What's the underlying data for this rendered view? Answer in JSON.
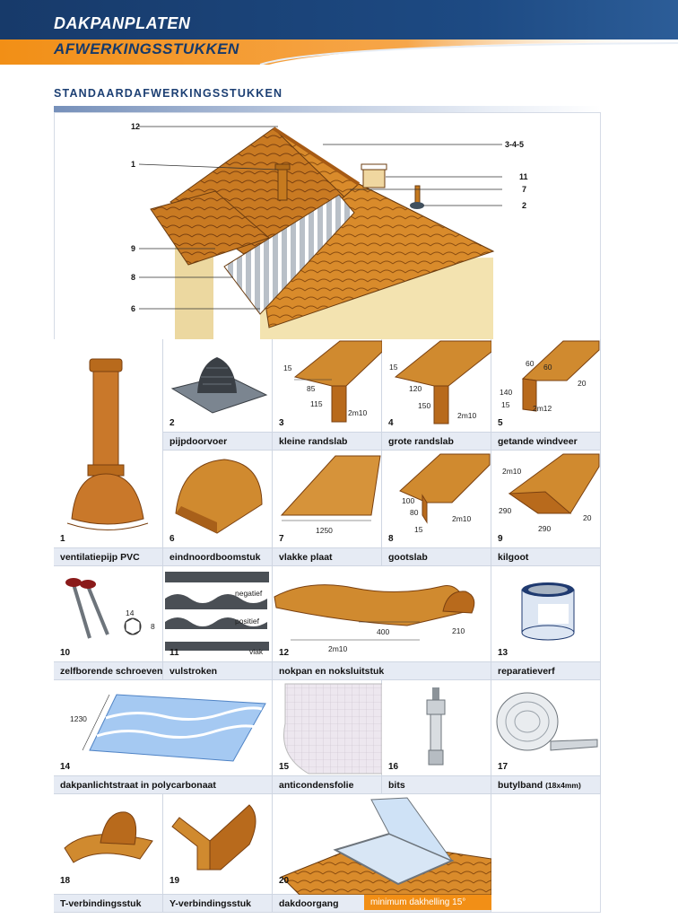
{
  "header": {
    "title": "DAKPANPLATEN",
    "subtitle": "AFWERKINGSSTUKKEN",
    "colors": {
      "blue": "#173a6a",
      "orange": "#f28f16"
    }
  },
  "section_title": "STANDAARDAFWERKINGSSTUKKEN",
  "hero_callouts": [
    "12",
    "1",
    "9",
    "8",
    "6",
    "3-4-5",
    "11",
    "7",
    "2"
  ],
  "items": {
    "1": {
      "num": "1",
      "name": "ventilatiepijp PVC"
    },
    "2": {
      "num": "2",
      "name": "pijpdoorvoer"
    },
    "3": {
      "num": "3",
      "name": "kleine randslab",
      "dims": [
        "15",
        "85",
        "115",
        "2m10"
      ]
    },
    "4": {
      "num": "4",
      "name": "grote randslab",
      "dims": [
        "15",
        "120",
        "150",
        "2m10"
      ]
    },
    "5": {
      "num": "5",
      "name": "getande windveer",
      "dims": [
        "60",
        "60",
        "20",
        "140",
        "15",
        "2m12"
      ]
    },
    "6": {
      "num": "6",
      "name": "eindnoordboomstuk"
    },
    "7": {
      "num": "7",
      "name": "vlakke plaat",
      "dims": [
        "1250"
      ]
    },
    "8": {
      "num": "8",
      "name": "gootslab",
      "dims": [
        "100",
        "80",
        "15",
        "2m10"
      ]
    },
    "9": {
      "num": "9",
      "name": "kilgoot",
      "dims": [
        "2m10",
        "290",
        "290",
        "20"
      ]
    },
    "10": {
      "num": "10",
      "name": "zelfborende schroeven",
      "dims": [
        "14",
        "8"
      ]
    },
    "11": {
      "num": "11",
      "name": "vulstroken",
      "labels": [
        "negatief",
        "positief",
        "vlak"
      ]
    },
    "12": {
      "num": "12",
      "name": "nokpan en noksluitstuk",
      "dims": [
        "400",
        "210",
        "2m10"
      ]
    },
    "13": {
      "num": "13",
      "name": "reparatieverf"
    },
    "14": {
      "num": "14",
      "name": "dakpanlichtstraat in polycarbonaat",
      "dims": [
        "1230"
      ]
    },
    "15": {
      "num": "15",
      "name": "anticondensfolie"
    },
    "16": {
      "num": "16",
      "name": "bits"
    },
    "17": {
      "num": "17",
      "name": "butylband",
      "name_suffix": "(18x4mm)"
    },
    "18": {
      "num": "18",
      "name": "T-verbindingsstuk"
    },
    "19": {
      "num": "19",
      "name": "Y-verbindingsstuk"
    },
    "20": {
      "num": "20",
      "name": "dakdoorgang",
      "note": "minimum dakhelling 15°"
    }
  }
}
